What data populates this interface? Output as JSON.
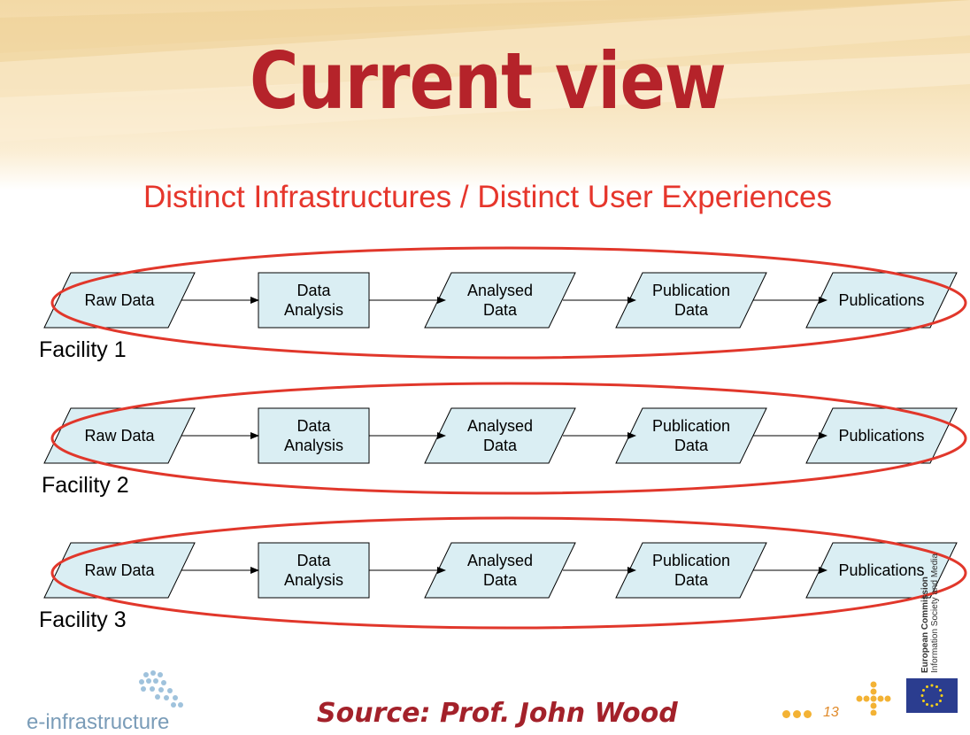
{
  "slide": {
    "title": "Current view",
    "subtitle": "Distinct Infrastructures /  Distinct User Experiences",
    "source": "Source: Prof. John Wood",
    "page_number": "13"
  },
  "logos": {
    "left_text": "e-infrastructure",
    "right_text_line1": "European Commission",
    "right_text_line2": "Information Society and Media"
  },
  "diagram": {
    "facilities": [
      {
        "label": "Facility 1"
      },
      {
        "label": "Facility 2"
      },
      {
        "label": "Facility 3"
      }
    ],
    "nodes": [
      {
        "lines": [
          "Raw Data"
        ],
        "shape": "parallelogram"
      },
      {
        "lines": [
          "Data",
          "Analysis"
        ],
        "shape": "rectangle"
      },
      {
        "lines": [
          "Analysed",
          "Data"
        ],
        "shape": "parallelogram"
      },
      {
        "lines": [
          "Publication",
          "Data"
        ],
        "shape": "parallelogram"
      },
      {
        "lines": [
          "Publications"
        ],
        "shape": "parallelogram"
      }
    ],
    "colors": {
      "node_fill": "#daeef3",
      "ellipse_stroke": "#e1372b",
      "arrow": "#000000"
    }
  }
}
